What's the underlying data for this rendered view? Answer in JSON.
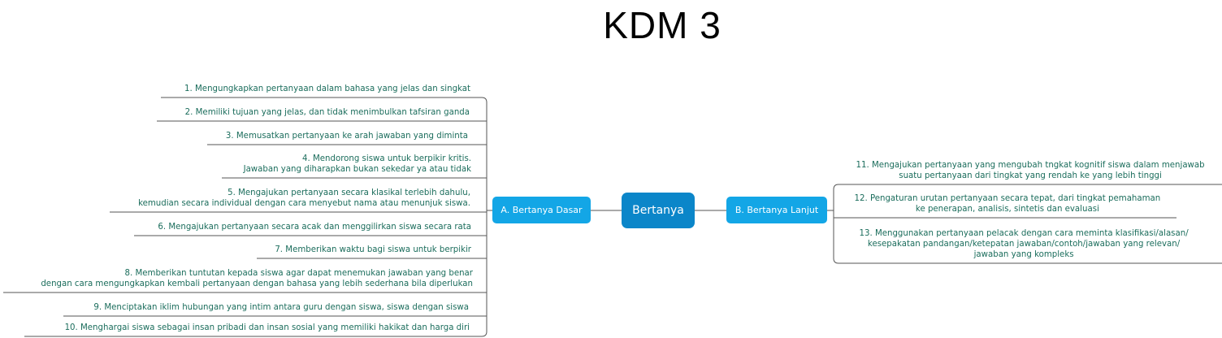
{
  "title": "KDM 3",
  "central_topic": "Bertanya",
  "branches": {
    "left": {
      "label": "A. Bertanya Dasar",
      "items": [
        {
          "lines": [
            "1. Mengungkapkan pertanyaan dalam bahasa yang jelas dan singkat"
          ]
        },
        {
          "lines": [
            "2. Memiliki tujuan yang jelas, dan tidak menimbulkan tafsiran ganda"
          ]
        },
        {
          "lines": [
            "3. Memusatkan pertanyaan ke arah jawaban yang diminta"
          ]
        },
        {
          "lines": [
            "4. Mendorong siswa untuk berpikir kritis.",
            "Jawaban yang diharapkan bukan sekedar ya atau tidak"
          ]
        },
        {
          "lines": [
            "5. Mengajukan pertanyaan secara klasikal terlebih dahulu,",
            "kemudian secara individual dengan cara menyebut nama atau menunjuk siswa."
          ]
        },
        {
          "lines": [
            "6. Mengajukan pertanyaan secara acak dan menggilirkan siswa secara rata"
          ]
        },
        {
          "lines": [
            "7. Memberikan waktu bagi siswa untuk berpikir"
          ]
        },
        {
          "lines": [
            "8. Memberikan tuntutan kepada siswa agar dapat menemukan jawaban yang benar",
            "dengan cara mengungkapkan kembali pertanyaan dengan bahasa yang lebih sederhana bila diperlukan"
          ]
        },
        {
          "lines": [
            "9. Menciptakan iklim hubungan yang intim antara guru dengan siswa, siswa dengan siswa"
          ]
        },
        {
          "lines": [
            "10. Menghargai siswa sebagai insan pribadi dan insan sosial yang memiliki hakikat dan harga diri"
          ]
        }
      ]
    },
    "right": {
      "label": "B. Bertanya Lanjut",
      "items": [
        {
          "lines": [
            "11. Mengajukan pertanyaan yang mengubah tngkat kognitif siswa dalam menjawab",
            "suatu pertanyaan dari tingkat yang rendah ke yang lebih tinggi"
          ]
        },
        {
          "lines": [
            "12. Pengaturan urutan pertanyaan secara tepat, dari tingkat pemahaman",
            "ke penerapan, analisis, sintetis dan evaluasi"
          ]
        },
        {
          "lines": [
            "13. Menggunakan pertanyaan pelacak dengan cara meminta klasifikasi/alasan/",
            "kesepakatan pandangan/ketepatan jawaban/contoh/jawaban yang relevan/",
            "jawaban yang kompleks"
          ]
        }
      ]
    }
  },
  "colors": {
    "central": "#0b86c9",
    "branch": "#13a6e6",
    "leaf_text": "#1b6d5c",
    "line": "#555555"
  }
}
